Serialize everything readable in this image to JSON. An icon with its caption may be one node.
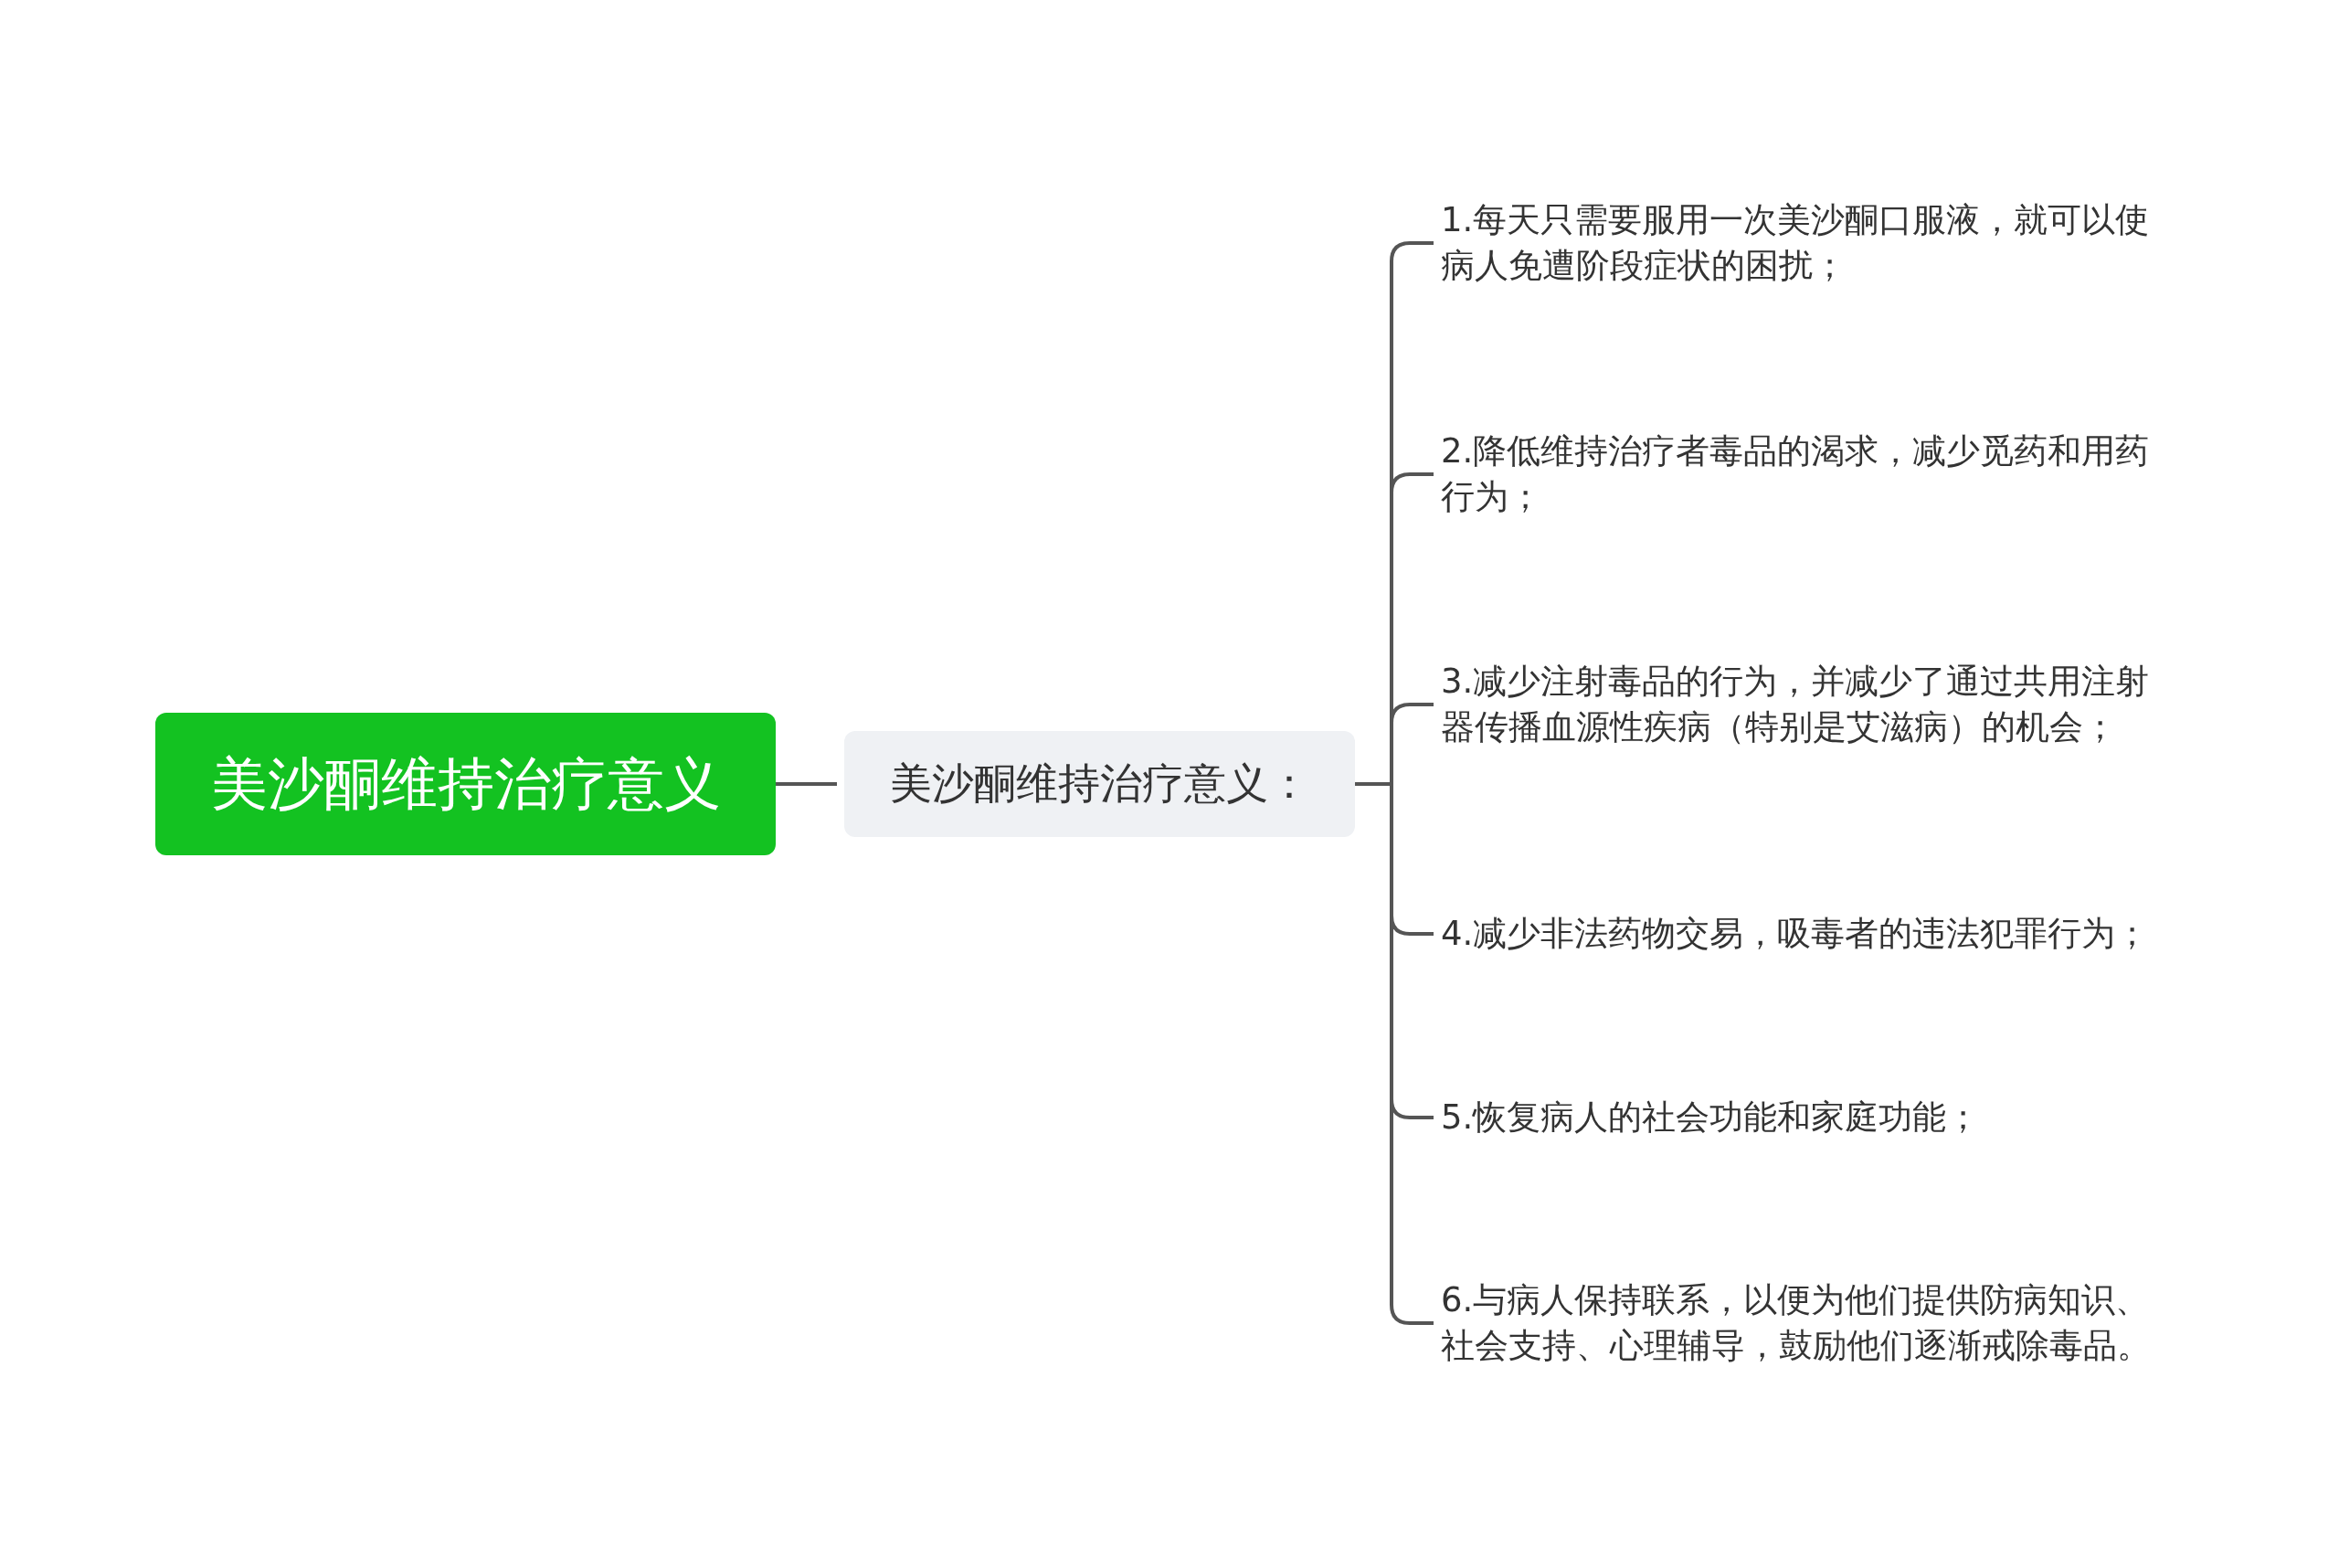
{
  "diagram": {
    "nodes": [
      {
        "text": [
          "美沙酮维持治疗意义"
        ]
      },
      {
        "text": [
          "美沙酮维持治疗意义："
        ]
      },
      {
        "text": [
          "1.每天只需要服用一次美沙酮口服液，就可以使病人免遭阶段症状的困扰；"
        ]
      },
      {
        "text": [
          "2.降低维持治疗者毒品的渴求，减少觅药和用药行为；"
        ]
      },
      {
        "text": [
          "3.减少注射毒品的行为，并减少了通过共用注射器传播血源性疾病（特别是艾滋病）的机会；"
        ]
      },
      {
        "text": [
          "4.减少非法药物交易，吸毒者的违法犯罪行为；"
        ]
      },
      {
        "text": [
          "5.恢复病人的社会功能和家庭功能；"
        ]
      },
      {
        "text": [
          "6.与病人保持联系，以便为他们提供防病知识、社会支持、心理辅导，鼓励他们逐渐戒除毒品。"
        ]
      }
    ],
    "edges": [
      {
        "from": 0,
        "to": 1,
        "arrow": "none"
      },
      {
        "from": 1,
        "to": 2,
        "arrow": "none"
      },
      {
        "from": 1,
        "to": 3,
        "arrow": "none"
      },
      {
        "from": 1,
        "to": 4,
        "arrow": "none"
      },
      {
        "from": 1,
        "to": 5,
        "arrow": "none"
      },
      {
        "from": 1,
        "to": 6,
        "arrow": "none"
      },
      {
        "from": 1,
        "to": 7,
        "arrow": "none"
      }
    ]
  }
}
